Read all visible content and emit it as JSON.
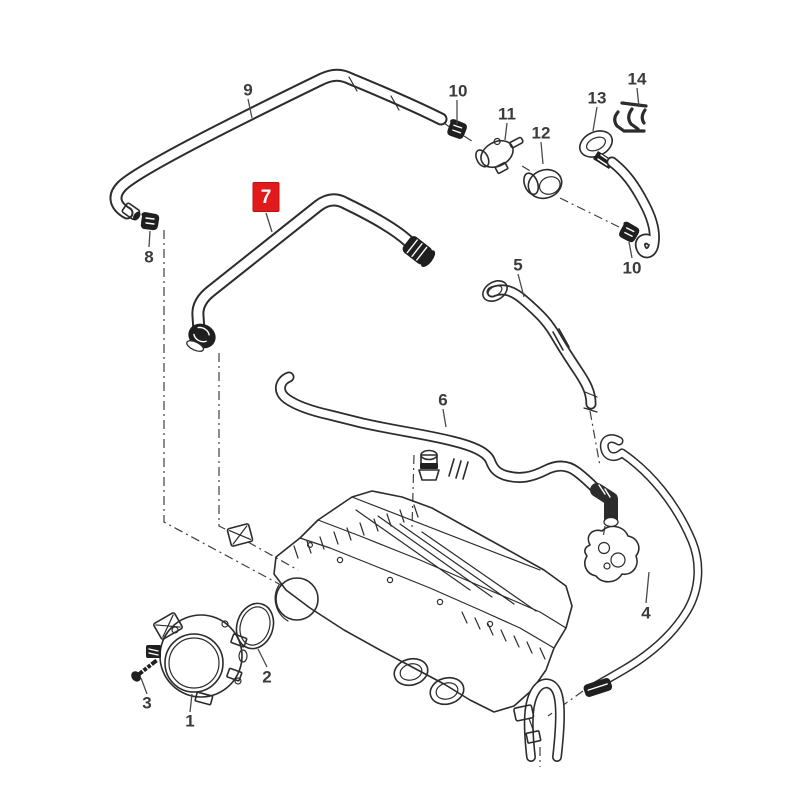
{
  "figure": {
    "background": "#ffffff",
    "line_color": "#2c2c2c",
    "highlight_color": "#e11b1b",
    "highlight_text_color": "#ffffff"
  },
  "labels": [
    {
      "text": "9",
      "highlighted": false
    },
    {
      "text": "10",
      "highlighted": false
    },
    {
      "text": "11",
      "highlighted": false
    },
    {
      "text": "12",
      "highlighted": false
    },
    {
      "text": "13",
      "highlighted": false
    },
    {
      "text": "14",
      "highlighted": false
    },
    {
      "text": "7",
      "highlighted": true
    },
    {
      "text": "8",
      "highlighted": false
    },
    {
      "text": "10",
      "highlighted": false
    },
    {
      "text": "5",
      "highlighted": false
    },
    {
      "text": "6",
      "highlighted": false
    },
    {
      "text": "4",
      "highlighted": false
    },
    {
      "text": "2",
      "highlighted": false
    },
    {
      "text": "3",
      "highlighted": false
    },
    {
      "text": "1",
      "highlighted": false
    }
  ]
}
